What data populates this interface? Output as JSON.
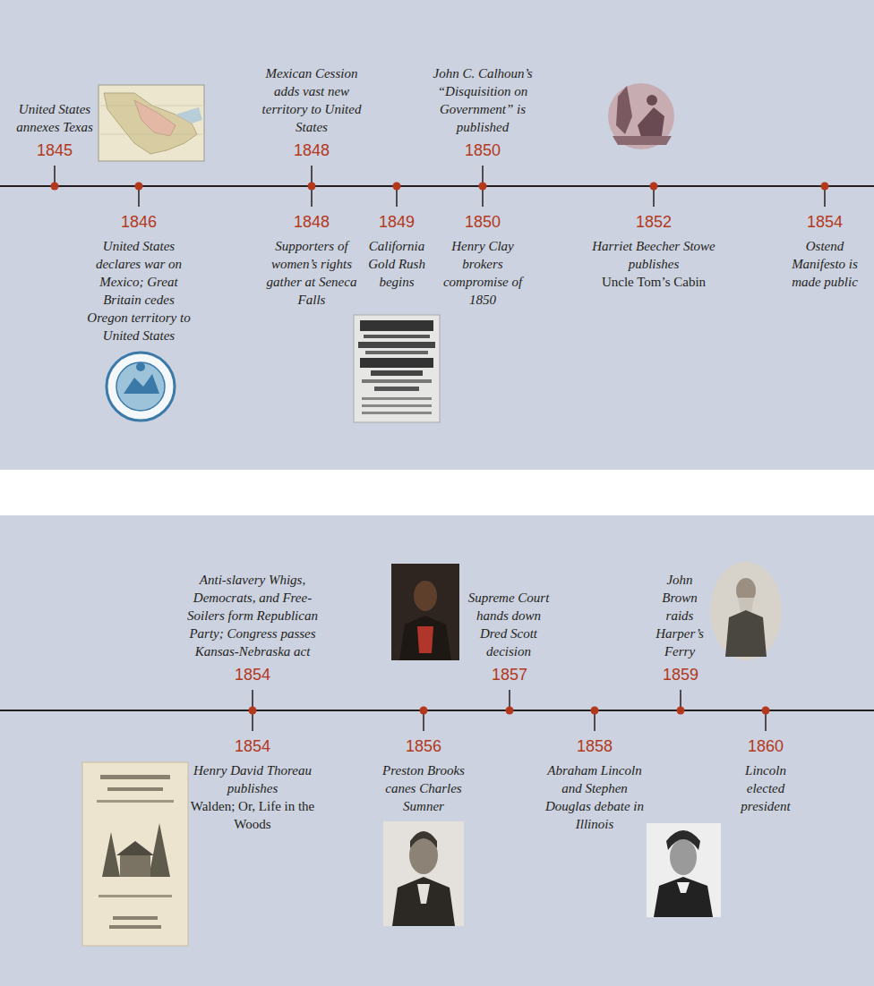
{
  "diagram": {
    "labels": [
      "United States annexes Texas",
      "1845",
      "1846",
      "United States declares war on Mexico; Great Britain cedes Oregon territory to United States",
      "Mexican Cession adds vast new territory to United States",
      "1848",
      "1848",
      "Supporters of women’s rights gather at Seneca Falls",
      "1849",
      "California Gold Rush begins",
      "John C. Calhoun’s “Disquisition on Government” is published",
      "1850",
      "1850",
      "Henry Clay brokers compromise of 1850",
      "1852",
      "Harriet Beecher Stowe publishes",
      "Uncle Tom’s Cabin",
      "1854",
      "Ostend Manifesto is made public",
      "Anti-slavery Whigs, Democrats, and Free-Soilers form Republican Party; Congress passes Kansas-Nebraska act",
      "1854",
      "1854",
      "Henry David Thoreau publishes",
      "Walden; Or, Life in the Woods",
      "1856",
      "Preston Brooks canes Charles Sumner",
      "Supreme Court hands down Dred Scott decision",
      "1857",
      "1858",
      "Abraham Lincoln and Stephen Douglas debate in Illinois",
      "John Brown raids Harper’s Ferry",
      "1859",
      "1860",
      "Lincoln elected president"
    ]
  }
}
